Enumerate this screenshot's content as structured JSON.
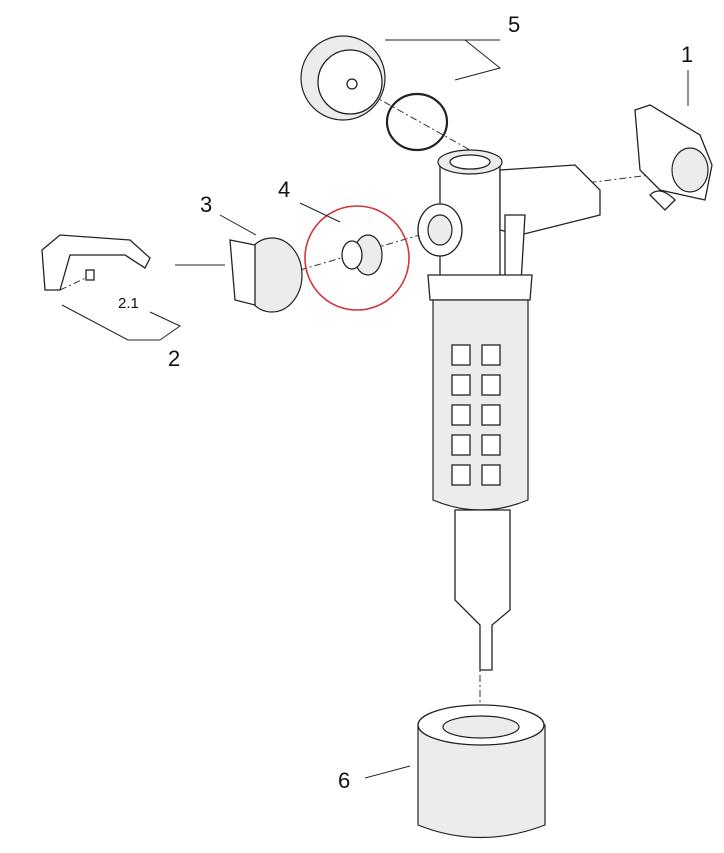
{
  "diagram": {
    "labels": {
      "p1": "1",
      "p2": "2",
      "p2_1": "2.1",
      "p3": "3",
      "p4": "4",
      "p5": "5",
      "p6": "6"
    },
    "highlight_color": "#d0353a"
  }
}
